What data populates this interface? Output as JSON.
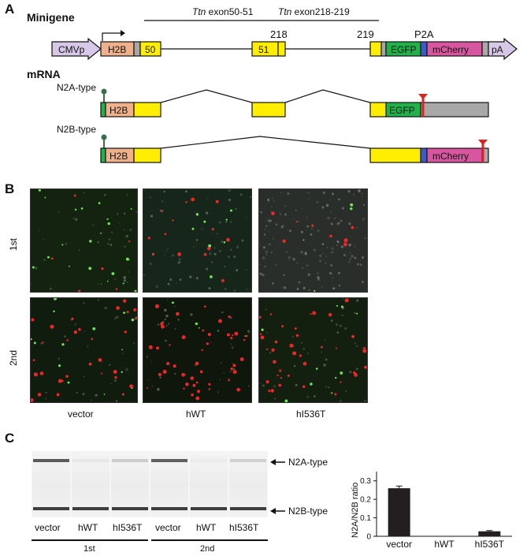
{
  "panels": {
    "a": "A",
    "b": "B",
    "c": "C"
  },
  "panel_a": {
    "minigene_title": "Minigene",
    "exon_range_1": {
      "gene": "Ttn",
      "rest": " exon50-51"
    },
    "exon_range_2": {
      "gene": "Ttn",
      "rest": " exon218-219"
    },
    "label_218": "218",
    "label_219": "219",
    "label_p2a": "P2A",
    "boxes": {
      "cmvp": "CMVp",
      "h2b": "H2B",
      "e50": "50",
      "e51": "51",
      "egfp": "EGFP",
      "mcherry": "mCherry",
      "pa": "pA"
    },
    "mrna_title": "mRNA",
    "n2a_label": "N2A-type",
    "n2b_label": "N2B-type",
    "colors": {
      "cmv": "#d8c8e8",
      "h2b": "#f0b08a",
      "exon": "#ffee00",
      "egfp": "#22b04a",
      "p2a": "#3b5cc4",
      "mcherry": "#d855a0",
      "gray": "#a8a8a8",
      "stop": "#e02020",
      "cap": "#3a6e4a"
    }
  },
  "panel_b": {
    "rows": [
      "1st",
      "2nd"
    ],
    "columns": [
      "vector",
      "hWT",
      "hI536T"
    ]
  },
  "panel_c": {
    "lanes": [
      "vector",
      "hWT",
      "hI536T",
      "vector",
      "hWT",
      "hI536T"
    ],
    "groups": [
      "1st",
      "2nd"
    ],
    "band_n2a": "N2A-type",
    "band_n2b": "N2B-type",
    "chart_data": {
      "type": "bar",
      "categories": [
        "vector",
        "hWT",
        "hI536T"
      ],
      "values": [
        0.26,
        0.0,
        0.027
      ],
      "errors": [
        0.012,
        0.0,
        0.004
      ],
      "ylabel": "N2A/N2B ratio",
      "ylim": [
        0,
        0.35
      ],
      "yticks": [
        "0",
        "0.1",
        "0.2",
        "0.3"
      ],
      "bar_color": "#231f20"
    }
  }
}
